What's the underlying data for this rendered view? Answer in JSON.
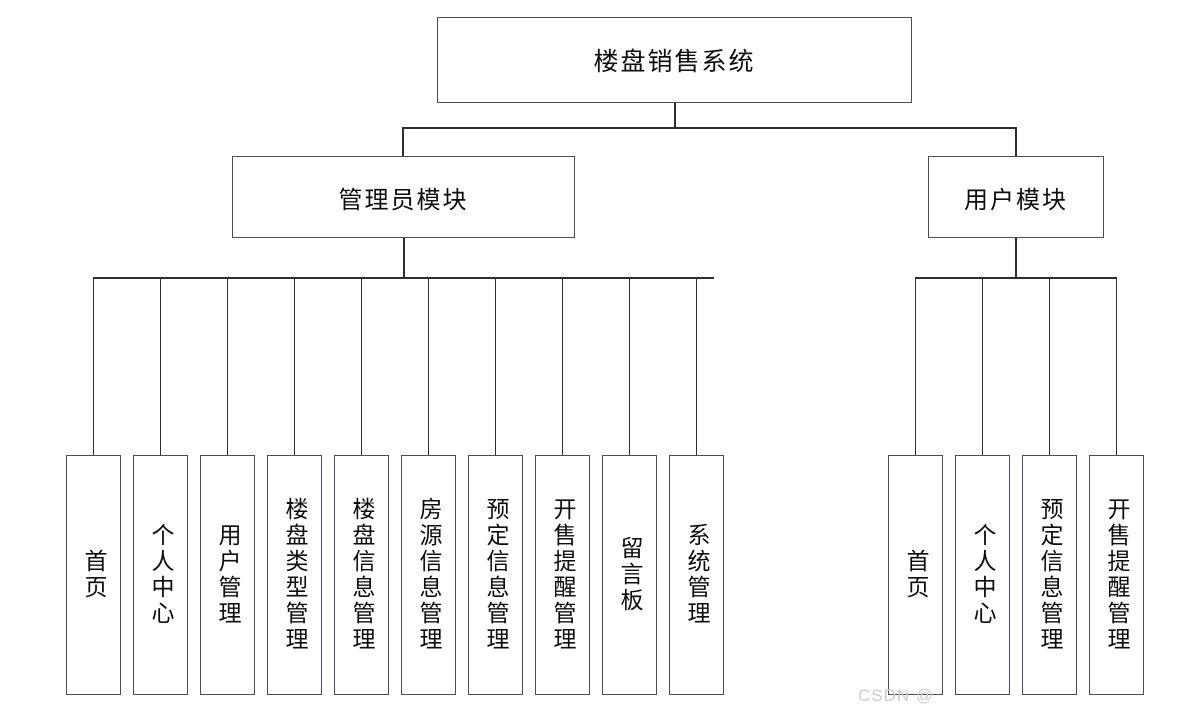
{
  "diagram": {
    "title": "楼盘销售系统",
    "root": {
      "label": "楼盘销售系统"
    },
    "modules": [
      {
        "label": "管理员模块"
      },
      {
        "label": "用户模块"
      }
    ],
    "admin_leaves": [
      {
        "label": "首页"
      },
      {
        "label": "个人中心"
      },
      {
        "label": "用户管理"
      },
      {
        "label": "楼盘类型管理"
      },
      {
        "label": "楼盘信息管理"
      },
      {
        "label": "房源信息管理"
      },
      {
        "label": "预定信息管理"
      },
      {
        "label": "开售提醒管理"
      },
      {
        "label": "留言板"
      },
      {
        "label": "系统管理"
      }
    ],
    "user_leaves": [
      {
        "label": "首页"
      },
      {
        "label": "个人中心"
      },
      {
        "label": "预定信息管理"
      },
      {
        "label": "开售提醒管理"
      }
    ],
    "watermark": "CSDN @",
    "colors": {
      "border": "#4a4f56",
      "line": "#2b2f35",
      "text": "#0d0d0d",
      "background": "#ffffff",
      "watermark": "#c9ccd1"
    }
  }
}
